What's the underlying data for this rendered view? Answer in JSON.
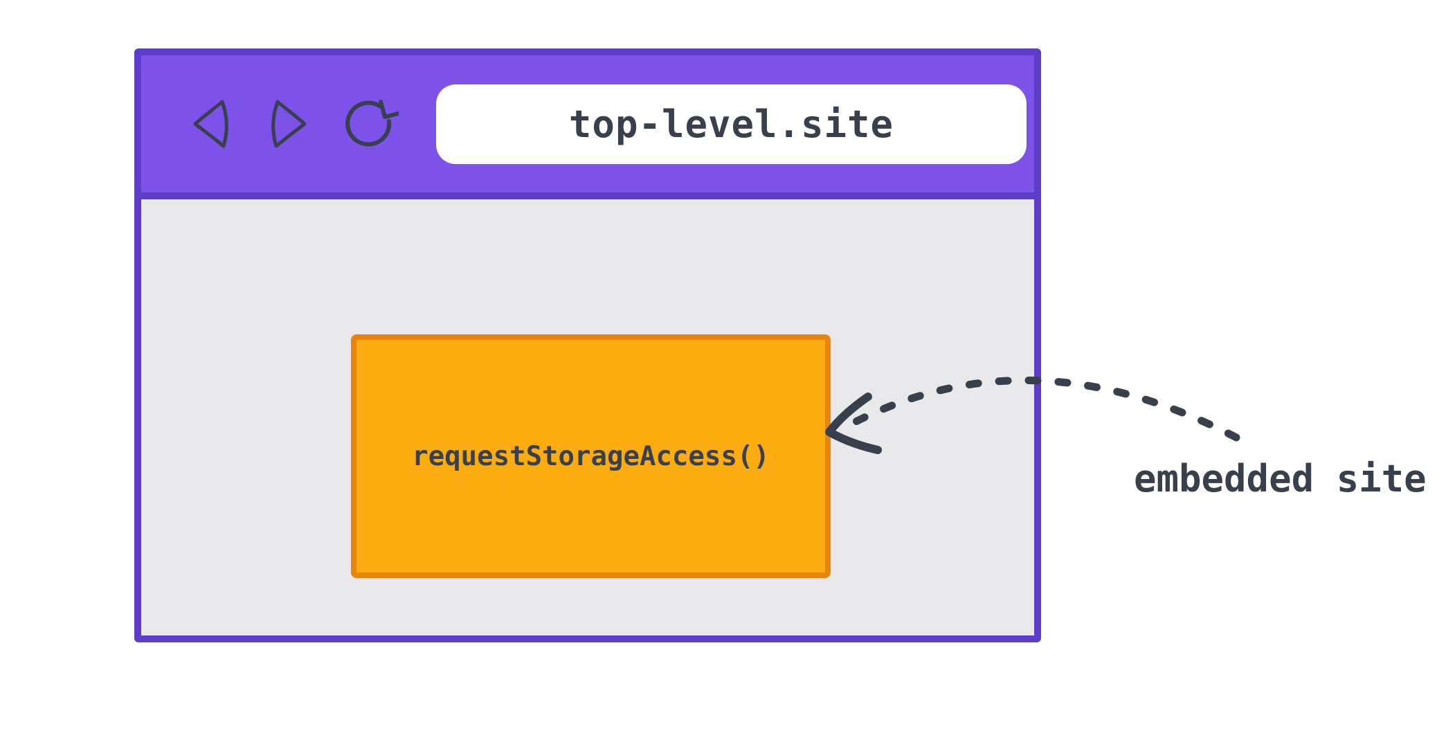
{
  "colors": {
    "toolbar_purple": "#7C52E9",
    "window_border_purple": "#5C3CC9",
    "page_background_gray": "#E9E8EA",
    "frame_orange": "#FAAC10",
    "frame_border_orange": "#E8850C",
    "ink": "#37404C",
    "address_bar_white": "#FFFFFF"
  },
  "browser": {
    "toolbar": {
      "icons": {
        "back": "back-icon",
        "forward": "forward-icon",
        "refresh": "refresh-icon"
      },
      "address_bar": {
        "value": "top-level.site"
      }
    },
    "content": {
      "embedded_frame": {
        "label": "requestStorageAccess()"
      }
    }
  },
  "annotation": {
    "label": "embedded site"
  }
}
